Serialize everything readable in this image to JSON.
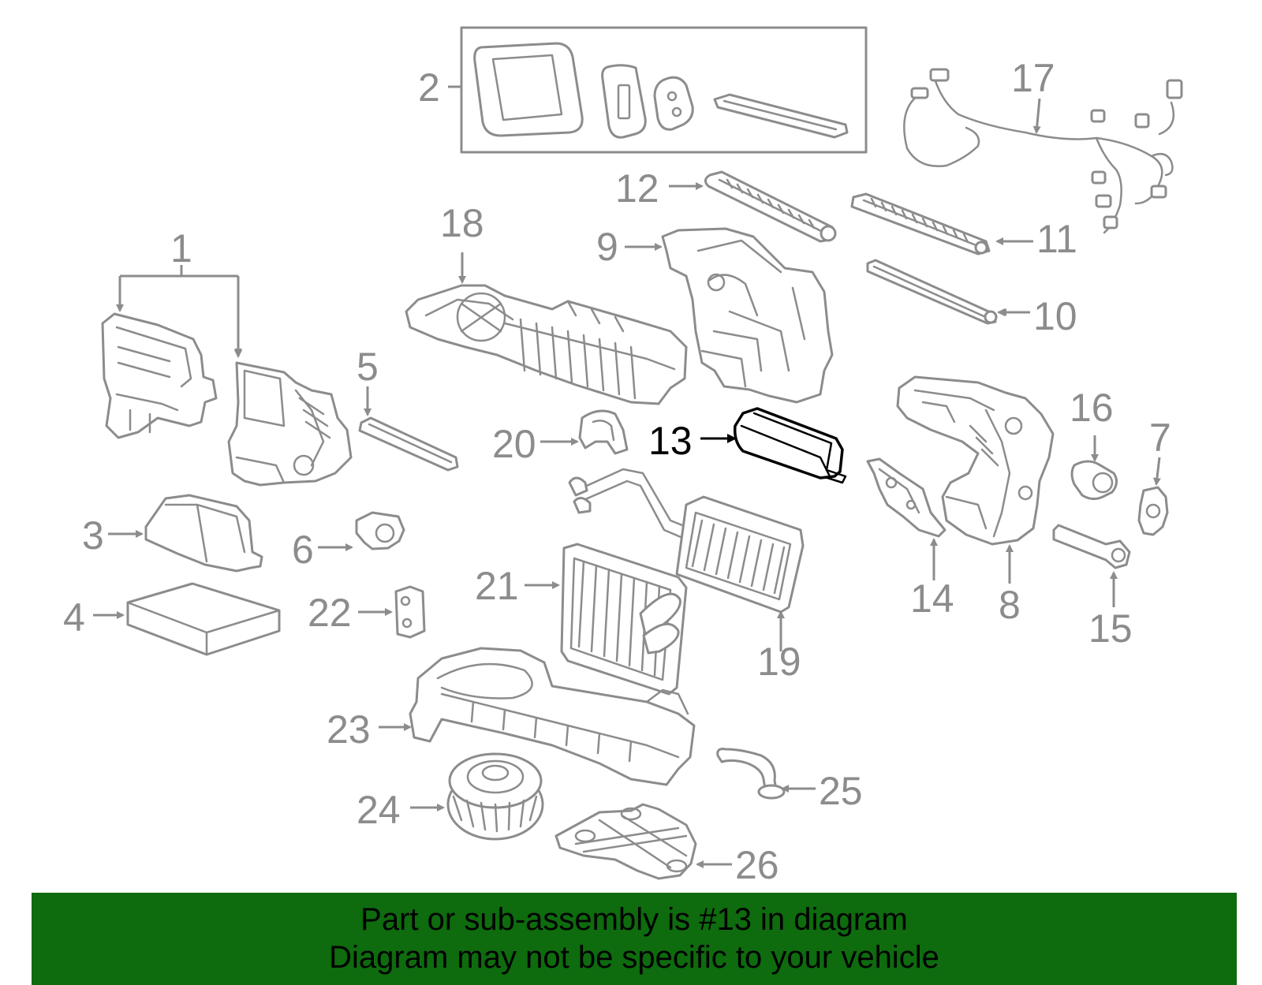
{
  "diagram": {
    "highlight_color": "#0e6b0e",
    "line_color": "#8c8c8c",
    "highlighted_part": "13",
    "callouts": {
      "c1": "1",
      "c2": "2",
      "c3": "3",
      "c4": "4",
      "c5": "5",
      "c6": "6",
      "c7": "7",
      "c8": "8",
      "c9": "9",
      "c10": "10",
      "c11": "11",
      "c12": "12",
      "c13": "13",
      "c14": "14",
      "c15": "15",
      "c16": "16",
      "c17": "17",
      "c18": "18",
      "c19": "19",
      "c20": "20",
      "c21": "21",
      "c22": "22",
      "c23": "23",
      "c24": "24",
      "c25": "25",
      "c26": "26"
    }
  },
  "banner": {
    "background": "#0e6b0e",
    "line1": "Part or sub-assembly is #13 in diagram",
    "line2": "Diagram may not be specific to your vehicle"
  }
}
